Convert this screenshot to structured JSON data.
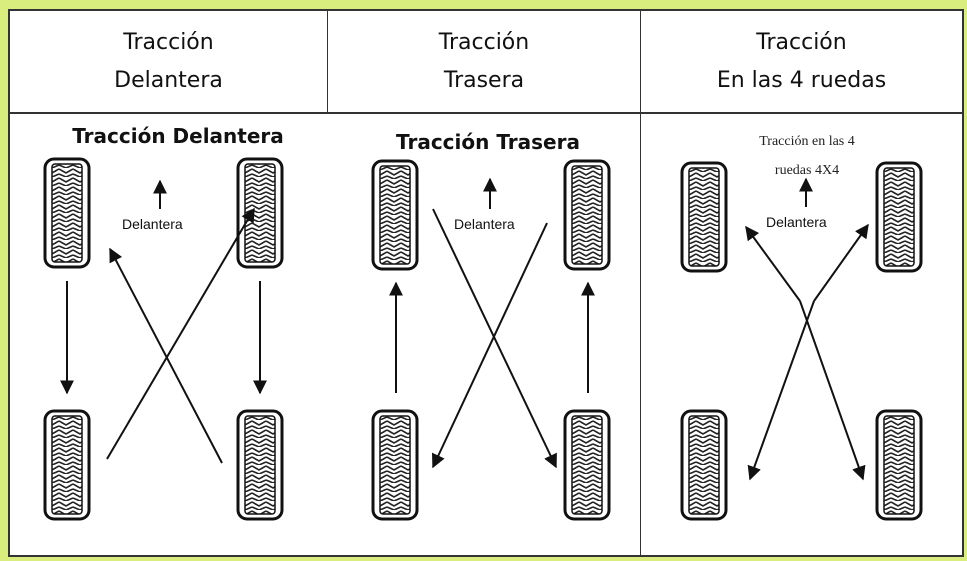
{
  "header": {
    "col1": {
      "line1": "Tracción",
      "line2": "Delantera"
    },
    "col2": {
      "line1": "Tracción",
      "line2": "Trasera"
    },
    "col3": {
      "line1": "Tracción",
      "line2": "En las 4 ruedas"
    }
  },
  "panels": [
    {
      "title": "Tracción Delantera",
      "label": "Delantera"
    },
    {
      "title": "Tracción Trasera",
      "label": "Delantera"
    },
    {
      "title_line1": "Tracción en las 4",
      "title_line2": "ruedas 4X4",
      "label": "Delantera"
    }
  ],
  "colors": {
    "background": "#d9ec7e",
    "border": "#333333",
    "ink": "#111111"
  }
}
